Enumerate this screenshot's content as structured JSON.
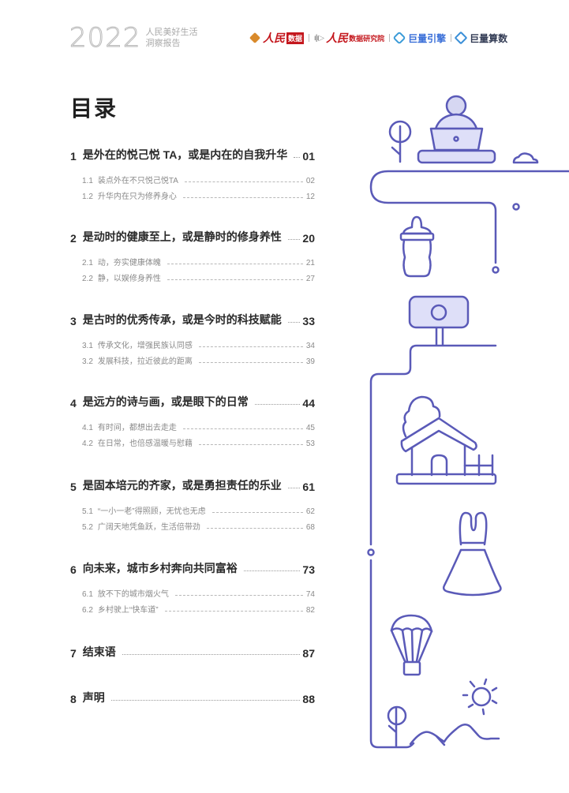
{
  "header": {
    "year": "2022",
    "subtitle_line1": "人民美好生活",
    "subtitle_line2": "洞察报告",
    "logos": [
      {
        "name": "人民",
        "badge": "数据"
      },
      {
        "name": "人民",
        "suffix": "数据研究院"
      },
      {
        "name": "巨量引擎"
      },
      {
        "name": "巨量算数"
      }
    ]
  },
  "toc": {
    "title": "目录",
    "chapters": [
      {
        "num": "1",
        "title": "是外在的悦己悦 TA，或是内在的自我升华",
        "page": "01",
        "sections": [
          {
            "num": "1.1",
            "title": "装点外在不只悦己悦TA",
            "page": "02"
          },
          {
            "num": "1.2",
            "title": "升华内在只为修养身心",
            "page": "12"
          }
        ]
      },
      {
        "num": "2",
        "title": "是动时的健康至上，或是静时的修身养性",
        "page": "20",
        "sections": [
          {
            "num": "2.1",
            "title": "动，夯实健康体魄",
            "page": "21"
          },
          {
            "num": "2.2",
            "title": "静，以娱修身养性",
            "page": "27"
          }
        ]
      },
      {
        "num": "3",
        "title": "是古时的优秀传承，或是今时的科技赋能",
        "page": "33",
        "sections": [
          {
            "num": "3.1",
            "title": "传承文化，增强民族认同感",
            "page": "34"
          },
          {
            "num": "3.2",
            "title": "发展科技，拉近彼此的距离",
            "page": "39"
          }
        ]
      },
      {
        "num": "4",
        "title": "是远方的诗与画，或是眼下的日常",
        "page": "44",
        "sections": [
          {
            "num": "4.1",
            "title": "有时间，都想出去走走",
            "page": "45"
          },
          {
            "num": "4.2",
            "title": "在日常，也倍感温暖与慰藉",
            "page": "53"
          }
        ]
      },
      {
        "num": "5",
        "title": "是固本培元的齐家，或是勇担责任的乐业",
        "page": "61",
        "sections": [
          {
            "num": "5.1",
            "title": "“一小一老”得照顾，无忧也无虑",
            "page": "62"
          },
          {
            "num": "5.2",
            "title": "广阔天地凭鱼跃，生活倍带劲",
            "page": "68"
          }
        ]
      },
      {
        "num": "6",
        "title": "向未来，城市乡村奔向共同富裕",
        "page": "73",
        "sections": [
          {
            "num": "6.1",
            "title": "放不下的城市烟火气",
            "page": "74"
          },
          {
            "num": "6.2",
            "title": "乡村驶上“快车道”",
            "page": "82"
          }
        ]
      },
      {
        "num": "7",
        "title": "结束语",
        "page": "87",
        "sections": []
      },
      {
        "num": "8",
        "title": "声明",
        "page": "88",
        "sections": []
      }
    ]
  },
  "colors": {
    "illustration_stroke": "#5a5ab8",
    "illustration_fill": "#dedff8",
    "title_text": "#1f1f1f",
    "sub_text": "#8a8a8a",
    "brand_red": "#c4171d",
    "brand_blue": "#3a6fd8"
  },
  "icons": [
    "tree-icon",
    "person-laptop-icon",
    "cloud-icon",
    "baby-bottle-icon",
    "camera-icon",
    "house-icon",
    "dress-icon",
    "parachute-icon",
    "sun-icon",
    "mountains-icon"
  ]
}
